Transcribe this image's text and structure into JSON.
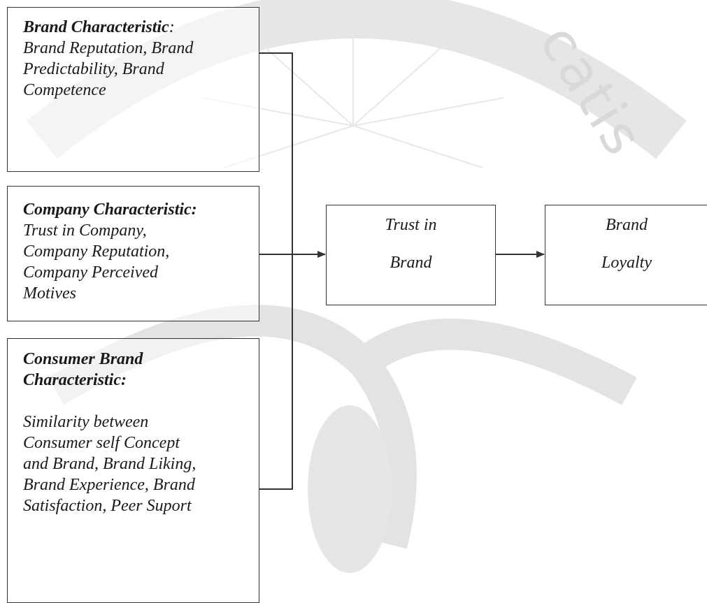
{
  "watermark": {
    "text_right": "catis",
    "color": "#d9d9d9"
  },
  "boxes": {
    "brand": {
      "heading": "Brand Characteristic",
      "heading_suffix": ":",
      "lines": [
        "Brand Reputation, Brand",
        "Predictability, Brand",
        "Competence"
      ]
    },
    "company": {
      "heading": "Company Characteristic:",
      "lines": [
        "Trust in Company,",
        "Company Reputation,",
        "Company Perceived",
        "Motives"
      ]
    },
    "consumer": {
      "heading_lines": [
        "Consumer Brand",
        "Characteristic:"
      ],
      "lines": [
        "Similarity between",
        "Consumer self Concept",
        "and Brand, Brand Liking,",
        "Brand Experience, Brand",
        "Satisfaction, Peer Suport"
      ]
    },
    "trust": {
      "line1": "Trust in",
      "line2": "Brand"
    },
    "loyalty": {
      "line1": "Brand",
      "line2": "Loyalty"
    }
  },
  "colors": {
    "border": "#333333",
    "text": "#1a1a1a",
    "watermark": "#d9d9d9"
  }
}
